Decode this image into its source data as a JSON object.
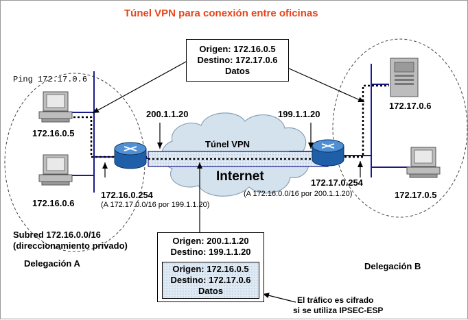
{
  "title": "Túnel VPN para conexión entre oficinas",
  "colors": {
    "title": "#e8431a",
    "net_line": "#1a1a8c",
    "router": "#1f5fa8",
    "cloud": "#d4e2ee",
    "tunnel": "#e3edf6"
  },
  "ping_label": "Ping 172.17.0.6",
  "top_packet": {
    "origin": "Origen:  172.16.0.5",
    "dest": "Destino: 172.17.0.6",
    "data": "Datos"
  },
  "site_a": {
    "host1_ip": "172.16.0.5",
    "host2_ip": "172.16.0.6",
    "router_wan_ip": "200.1.1.20",
    "router_lan_ip": "172.16.0.254",
    "route": "(A 172.17.0.0/16 por 199.1.1.20)",
    "subnet": "Subred 172.16.0.0/16",
    "subnet_note": "(direccionamiento privado)",
    "name": "Delegación A"
  },
  "site_b": {
    "server_ip": "172.17.0.6",
    "host_ip": "172.17.0.5",
    "router_wan_ip": "199.1.1.20",
    "router_lan_ip": "172.17.0.254",
    "route": "(A 172.16.0.0/16 por 200.1.1.20)",
    "name": "Delegación B"
  },
  "tunnel_label": "Túnel VPN",
  "internet_label": "Internet",
  "bottom_packet": {
    "outer_origin": "Origen:  200.1.1.20",
    "outer_dest": "Destino: 199.1.1.20",
    "inner_origin": "Origen:  172.16.0.5",
    "inner_dest": "Destino: 172.17.0.6",
    "data": "Datos"
  },
  "encryption_note": [
    "El tráfico es cifrado",
    "si se utiliza IPSEC-ESP"
  ]
}
